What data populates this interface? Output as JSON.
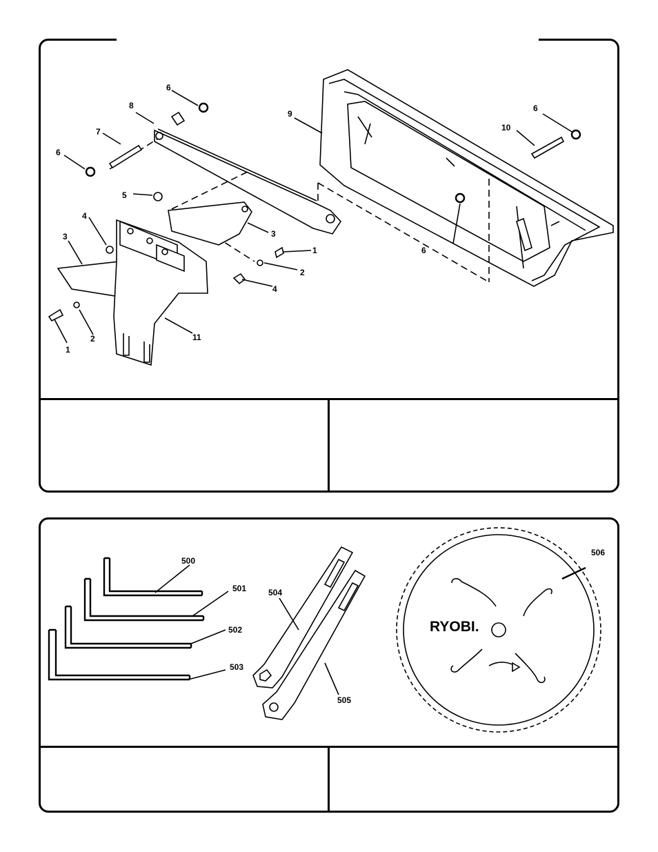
{
  "top_panel": {
    "callouts": {
      "c1a": "1",
      "c1b": "1",
      "c2a": "2",
      "c2b": "2",
      "c3a": "3",
      "c3b": "3",
      "c4a": "4",
      "c4b": "4",
      "c5": "5",
      "c6a": "6",
      "c6b": "6",
      "c6c": "6",
      "c6d": "6",
      "c7": "7",
      "c8": "8",
      "c9": "9",
      "c10": "10",
      "c11": "11"
    },
    "cells": [
      "",
      ""
    ]
  },
  "bottom_panel": {
    "callouts": {
      "c500": "500",
      "c501": "501",
      "c502": "502",
      "c503": "503",
      "c504": "504",
      "c505": "505",
      "c506": "506"
    },
    "blade_brand": "RYOBI.",
    "cells": [
      "",
      ""
    ]
  }
}
